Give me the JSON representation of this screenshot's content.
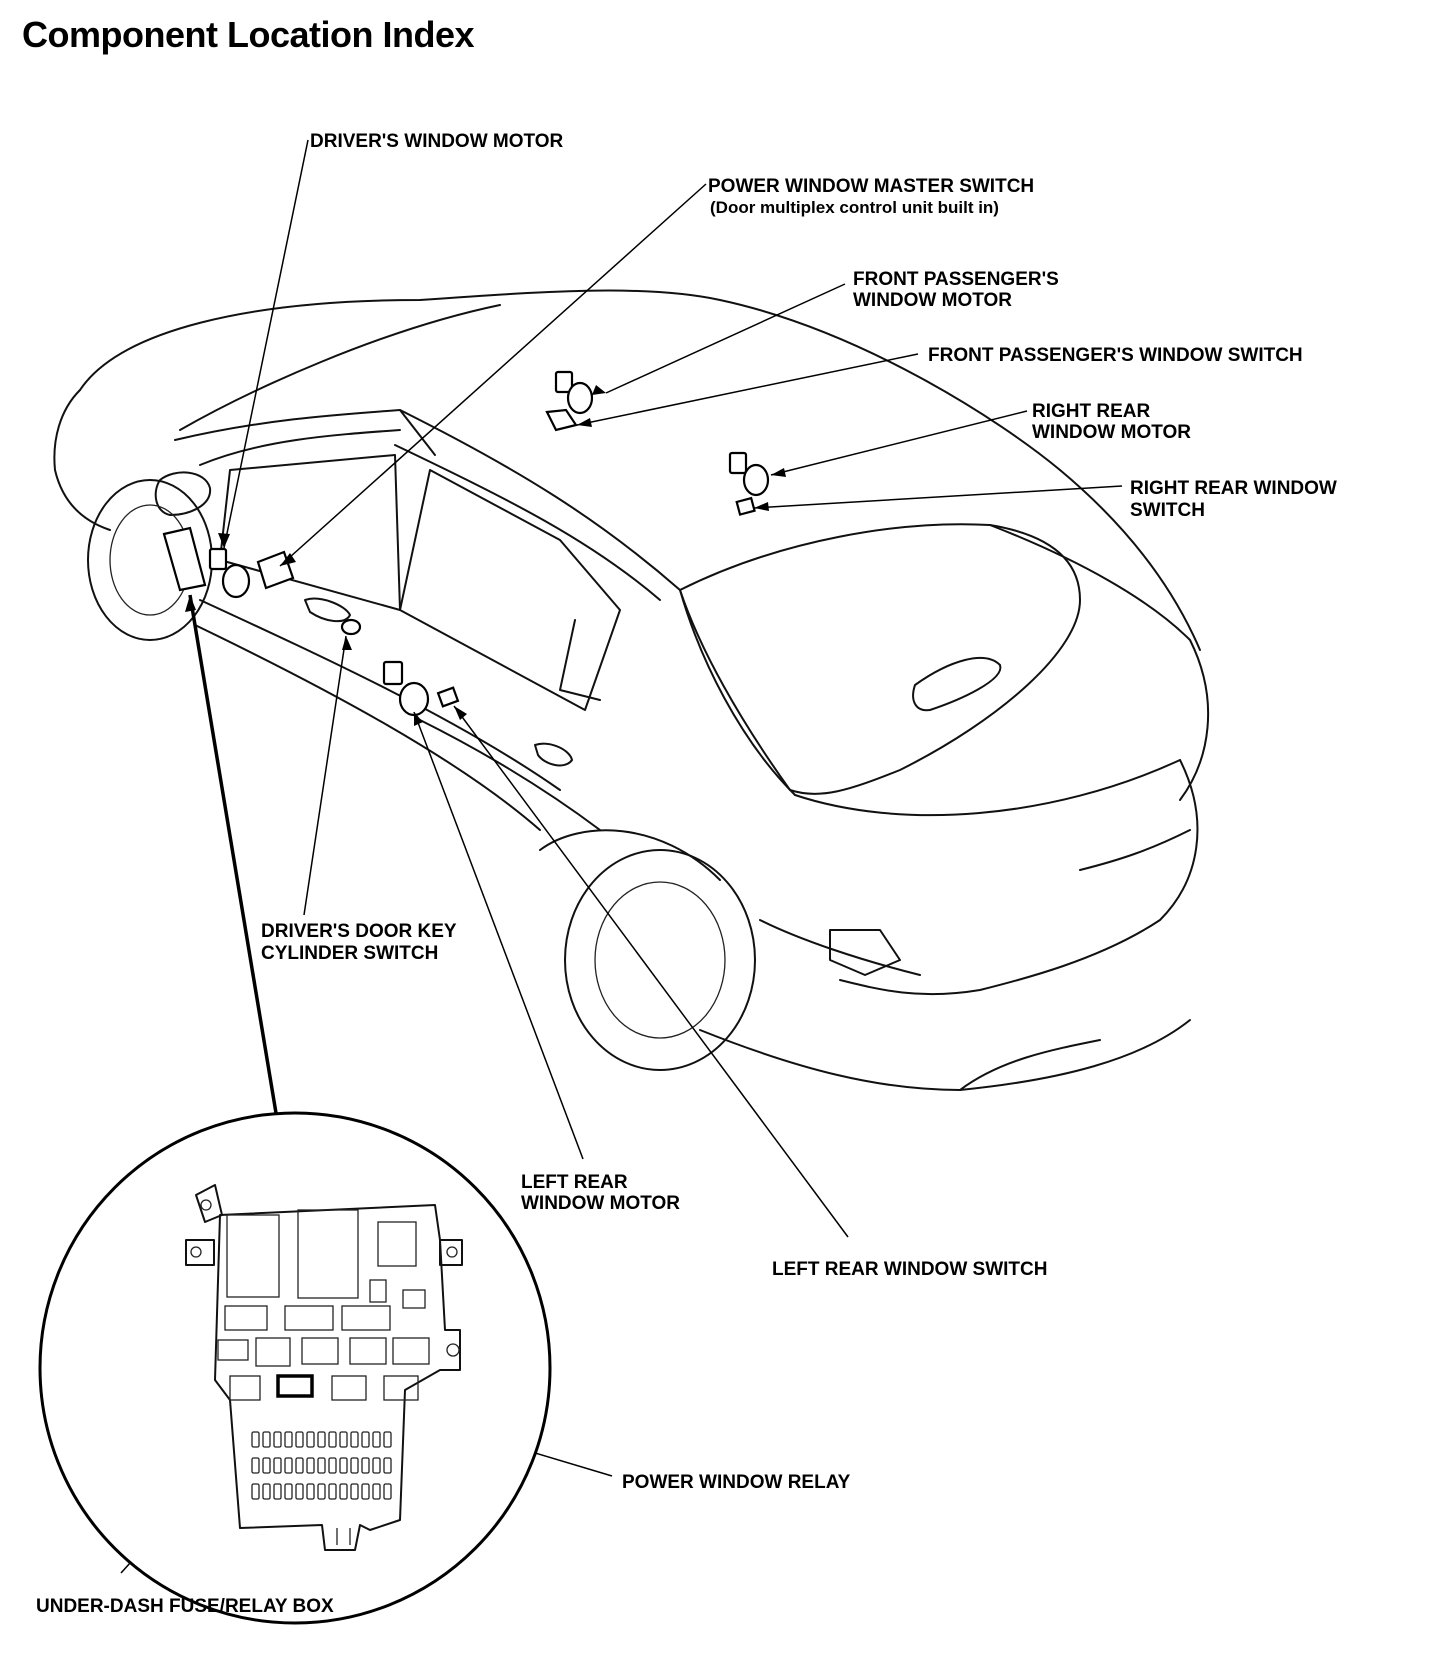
{
  "title": "Component Location Index",
  "labels": {
    "drivers_window_motor": "DRIVER'S WINDOW MOTOR",
    "master_switch": "POWER WINDOW MASTER SWITCH",
    "master_switch_note": "(Door multiplex control unit built in)",
    "front_pass_motor_1": "FRONT PASSENGER'S",
    "front_pass_motor_2": "WINDOW MOTOR",
    "front_pass_switch": "FRONT PASSENGER'S WINDOW SWITCH",
    "right_rear_motor_1": "RIGHT REAR",
    "right_rear_motor_2": "WINDOW MOTOR",
    "right_rear_switch_1": "RIGHT REAR WINDOW",
    "right_rear_switch_2": "SWITCH",
    "key_cylinder_1": "DRIVER'S DOOR KEY",
    "key_cylinder_2": "CYLINDER SWITCH",
    "left_rear_motor_1": "LEFT REAR",
    "left_rear_motor_2": "WINDOW MOTOR",
    "left_rear_switch": "LEFT REAR WINDOW SWITCH",
    "power_window_relay": "POWER WINDOW RELAY",
    "fuse_box": "UNDER-DASH FUSE/RELAY BOX"
  }
}
